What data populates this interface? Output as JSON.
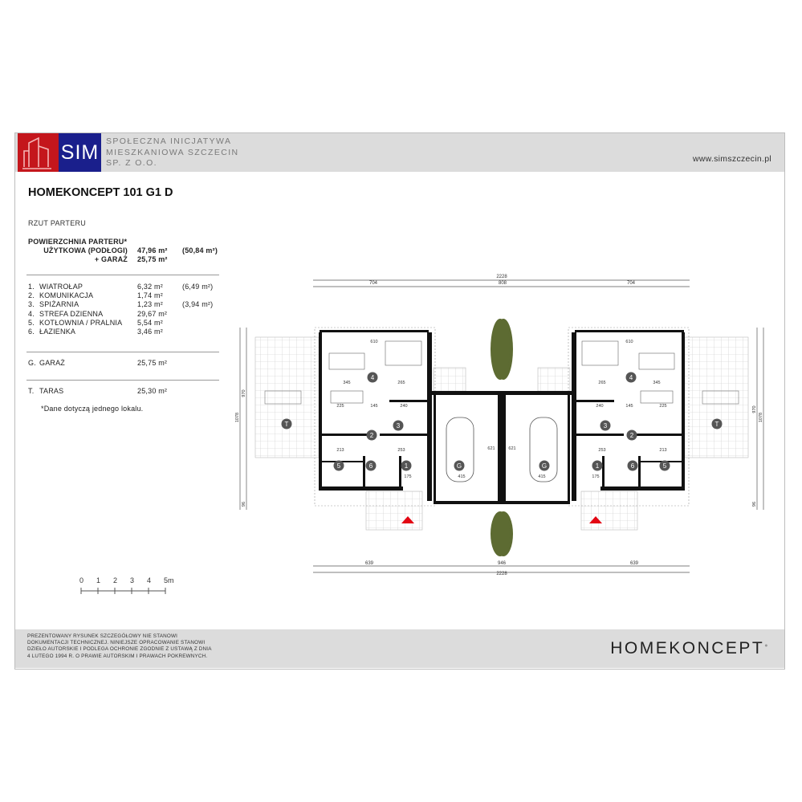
{
  "header": {
    "logo_text": "SIM",
    "org_lines": [
      "SPOŁECZNA INICJATYWA",
      "MIESZKANIOWA SZCZECIN",
      "SP. Z O.O."
    ],
    "website": "www.simszczecin.pl",
    "colors": {
      "red": "#c4161c",
      "blue": "#1a1f8c",
      "band": "#dcdcdc"
    }
  },
  "title": "HOMEKONCEPT 101 G1 D",
  "subtitle": "RZUT PARTERU",
  "summary": {
    "heading": "POWIERZCHNIA PARTERU*",
    "usable_label": "UŻYTKOWA (PODŁOGI)",
    "usable_value": "47,96 m²",
    "usable_alt": "(50,84 m²)",
    "garage_label": "+ GARAŻ",
    "garage_value": "25,75 m²"
  },
  "rooms": [
    {
      "no": "1.",
      "name": "WIATROŁAP",
      "area": "6,32 m²",
      "alt": "(6,49 m²)"
    },
    {
      "no": "2.",
      "name": "KOMUNIKACJA",
      "area": "1,74 m²",
      "alt": ""
    },
    {
      "no": "3.",
      "name": "SPIŻARNIA",
      "area": "1,23 m²",
      "alt": "(3,94 m²)"
    },
    {
      "no": "4.",
      "name": "STREFA DZIENNA",
      "area": "29,67 m²",
      "alt": ""
    },
    {
      "no": "5.",
      "name": "KOTŁOWNIA / PRALNIA",
      "area": "5,54 m²",
      "alt": ""
    },
    {
      "no": "6.",
      "name": "ŁAZIENKA",
      "area": "3,46 m²",
      "alt": ""
    }
  ],
  "garage": {
    "no": "G.",
    "name": "GARAŻ",
    "area": "25,75 m²"
  },
  "terrace": {
    "no": "T.",
    "name": "TARAS",
    "area": "25,30 m²"
  },
  "note": "*Dane dotyczą jednego lokalu.",
  "scale_bar": {
    "labels": [
      "0",
      "1",
      "2",
      "3",
      "4",
      "5m"
    ]
  },
  "plan": {
    "top_total": "2228",
    "top_dims": [
      "704",
      "808",
      "704"
    ],
    "bottom_total": "2228",
    "bottom_dims": [
      "639",
      "946",
      "639"
    ],
    "left_dims": [
      "1078",
      "970",
      "96"
    ],
    "room_markers": [
      "4",
      "T",
      "2",
      "3",
      "5",
      "6",
      "1",
      "G"
    ],
    "inner_dims": [
      "610",
      "345",
      "265",
      "225",
      "145",
      "240",
      "213",
      "253",
      "175",
      "415",
      "621"
    ],
    "entrance_color": "#e30613"
  },
  "footer": {
    "disclaimer": [
      "PREZENTOWANY RYSUNEK SZCZEGÓŁOWY NIE STANOWI",
      "DOKUMENTACJI TECHNICZNEJ. NINIEJSZE OPRACOWANIE STANOWI",
      "DZIEŁO AUTORSKIE I PODLEGA OCHRONIE ZGODNIE Z USTAWĄ Z DNIA",
      "4 LUTEGO 1994 R. O PRAWIE AUTORSKIM I PRAWACH POKREWNYCH."
    ],
    "brand": "HOMEKONCEPT"
  }
}
